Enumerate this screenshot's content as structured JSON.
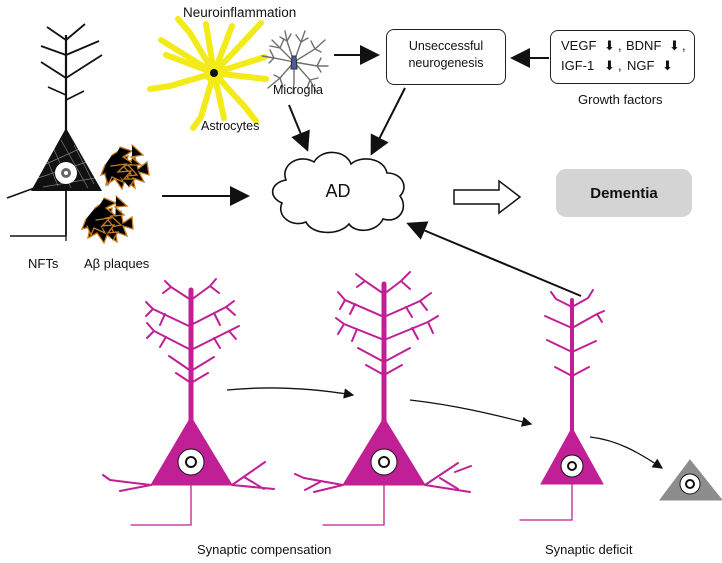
{
  "top": {
    "neuroinflammation": "Neuroinflammation",
    "microglia": "Microglia",
    "astrocytes": "Astrocytes",
    "unsuccessful_neurogenesis": [
      "Unseccessful",
      "neurogenesis"
    ],
    "growth_factors": {
      "line1_left": "VEGF",
      "line1_right": "BDNF",
      "line2_left": "IGF-1",
      "line2_right": "NGF",
      "caption": "Growth factors"
    }
  },
  "center": {
    "ad": "AD",
    "dementia": "Dementia"
  },
  "left": {
    "nfts": "NFTs",
    "abeta_plaques": "Aβ plaques"
  },
  "bottom": {
    "synaptic_compensation": "Synaptic compensation",
    "synaptic_deficit": "Synaptic deficit"
  },
  "colors": {
    "neuron_magenta": "#c01f95",
    "astrocyte_yellow": "#f3ea19",
    "plaque_orange": "#c67b22",
    "dead_neuron_gray": "#8d8d8d",
    "nft_black": "#111111",
    "dementia_box": "#d4d4d4"
  }
}
